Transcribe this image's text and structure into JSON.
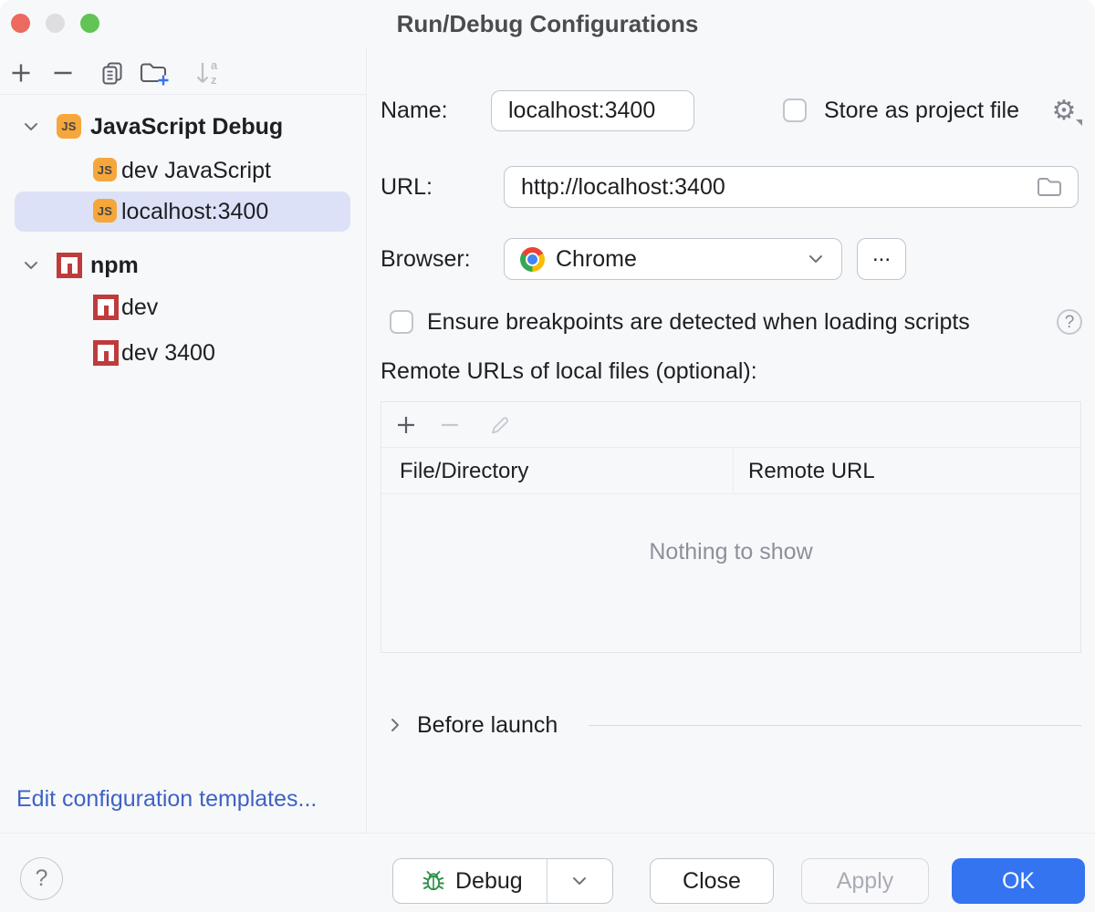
{
  "window": {
    "title": "Run/Debug Configurations"
  },
  "sidebar": {
    "toolbar_icons": [
      "add-icon",
      "remove-icon",
      "copy-configuration-icon",
      "new-folder-icon",
      "sort-configurations-icon"
    ],
    "tree": [
      {
        "label": "JavaScript Debug",
        "icon": "javascript",
        "expanded": true,
        "selected": false
      },
      {
        "label": "dev JavaScript",
        "icon": "javascript",
        "selected": false
      },
      {
        "label": "localhost:3400",
        "icon": "javascript",
        "selected": true
      },
      {
        "label": "npm",
        "icon": "npm",
        "expanded": true,
        "selected": false
      },
      {
        "label": "dev",
        "icon": "npm",
        "selected": false
      },
      {
        "label": "dev 3400",
        "icon": "npm",
        "selected": false
      }
    ],
    "edit_templates_link": "Edit configuration templates..."
  },
  "form": {
    "name_label": "Name:",
    "name_value": "localhost:3400",
    "store_as_project_file": {
      "label": "Store as project file",
      "checked": false
    },
    "url_label": "URL:",
    "url_value": "http://localhost:3400",
    "browser_label": "Browser:",
    "browser_selected": "Chrome",
    "browser_more_button": "...",
    "ensure_breakpoints": {
      "label": "Ensure breakpoints are detected when loading scripts",
      "checked": false
    },
    "remote_urls_label": "Remote URLs of local files (optional):",
    "mappings_table": {
      "columns": [
        "File/Directory",
        "Remote URL"
      ],
      "rows": [],
      "empty_text": "Nothing to show"
    },
    "before_launch_label": "Before launch"
  },
  "footer": {
    "help": "?",
    "debug_label": "Debug",
    "close_label": "Close",
    "apply_label": "Apply",
    "apply_enabled": false,
    "ok_label": "OK"
  },
  "icons": {
    "js_badge": "JS",
    "gear_glyph": "⚙",
    "sort_a": "a",
    "sort_z": "z",
    "help_glyph": "?"
  },
  "colors": {
    "accent_blue": "#3574F0",
    "link_blue": "#3E62C4",
    "selection_bg": "#DDE1F7",
    "js_icon_bg": "#F5A73B",
    "npm_icon_red": "#C03B3C",
    "debug_bug_green": "#2A9147",
    "traffic_red": "#EC6A5E",
    "traffic_gray": "#DEDEE0",
    "traffic_green": "#61C454",
    "panel_bg": "#F7F8FA",
    "divider": "#EBECF0",
    "control_border": "#C2C5CF"
  }
}
